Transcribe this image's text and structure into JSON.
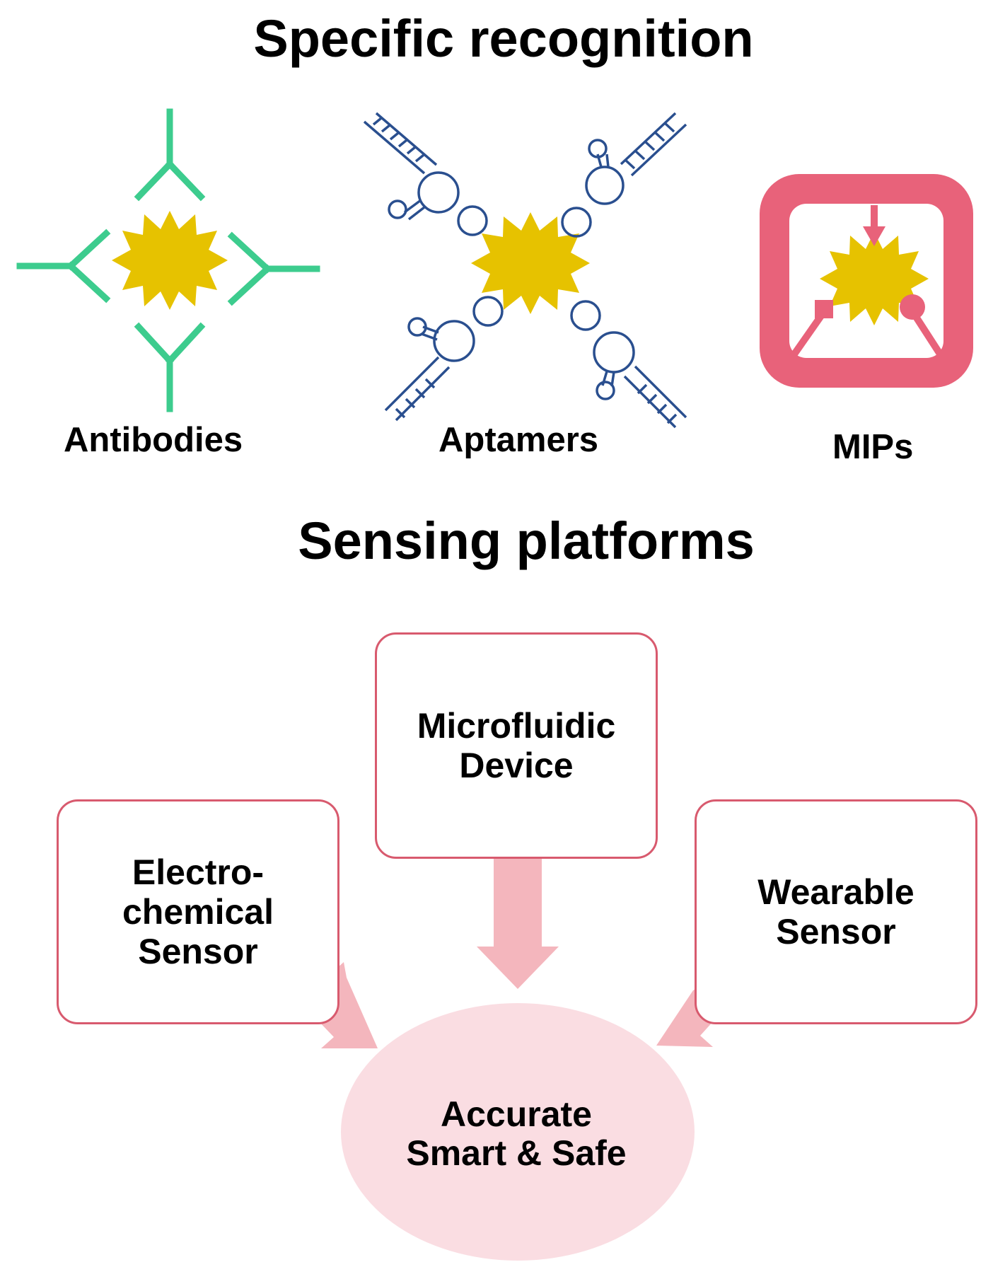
{
  "recognition": {
    "title": "Specific recognition",
    "elements": [
      {
        "label": "Antibodies",
        "color": "#3dcc8e"
      },
      {
        "label": "Aptamers",
        "color": "#2a4f8f"
      },
      {
        "label": "MIPs",
        "color": "#e8627a"
      }
    ],
    "target_color": "#e6c200"
  },
  "platforms": {
    "title": "Sensing platforms",
    "boxes": {
      "microfluidic": [
        "Microfluidic",
        "Device"
      ],
      "electrochemical": [
        "Electro-",
        "chemical",
        "Sensor"
      ],
      "wearable": [
        "Wearable",
        "Sensor"
      ]
    },
    "outcome": [
      "Accurate",
      "Smart & Safe"
    ],
    "colors": {
      "box_border": "#d85a6e",
      "arrow": "#f4b6bd",
      "outcome_fill": "#fadde2"
    }
  }
}
